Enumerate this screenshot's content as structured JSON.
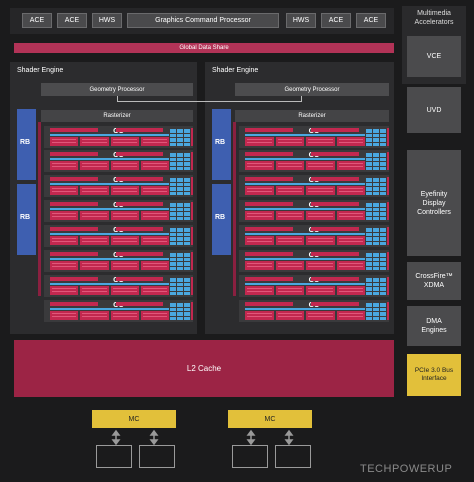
{
  "top_bar": {
    "left_items": [
      "ACE",
      "ACE",
      "HWS"
    ],
    "center": "Graphics Command Processor",
    "right_items": [
      "HWS",
      "ACE",
      "ACE"
    ]
  },
  "global_data_share": "Global Data Share",
  "shader_engines": [
    {
      "title": "Shader Engine",
      "geometry": "Geometry Processor",
      "rasterizer": "Rasterizer",
      "rb_labels": [
        "RB",
        "RB"
      ],
      "cu_labels": [
        "CU",
        "CU",
        "CU",
        "CU",
        "CU",
        "CU",
        "CU",
        "CU"
      ]
    },
    {
      "title": "Shader Engine",
      "geometry": "Geometry Processor",
      "rasterizer": "Rasterizer",
      "rb_labels": [
        "RB",
        "RB"
      ],
      "cu_labels": [
        "CU",
        "CU",
        "CU",
        "CU",
        "CU",
        "CU",
        "CU",
        "CU"
      ]
    }
  ],
  "l2_cache": "L2 Cache",
  "memory_controllers": [
    "MC",
    "MC"
  ],
  "right_column": {
    "title": "Multimedia Accelerators",
    "vce": "VCE",
    "uvd": "UVD",
    "eyefinity": "Eyefinity Display Controllers",
    "crossfire": "CrossFire™ XDMA",
    "dma": "DMA Engines",
    "pcie": "PCIe 3.0 Bus Interface"
  },
  "watermark": "TECHPOWERUP",
  "colors": {
    "background": "#1b1b1c",
    "cu_red": "#c2284f",
    "cu_pink": "#e0577a",
    "cu_blue": "#4aa7e0",
    "rb_blue": "#3e5fb0",
    "l2": "#9c2445",
    "yellow": "#e2c03a"
  }
}
